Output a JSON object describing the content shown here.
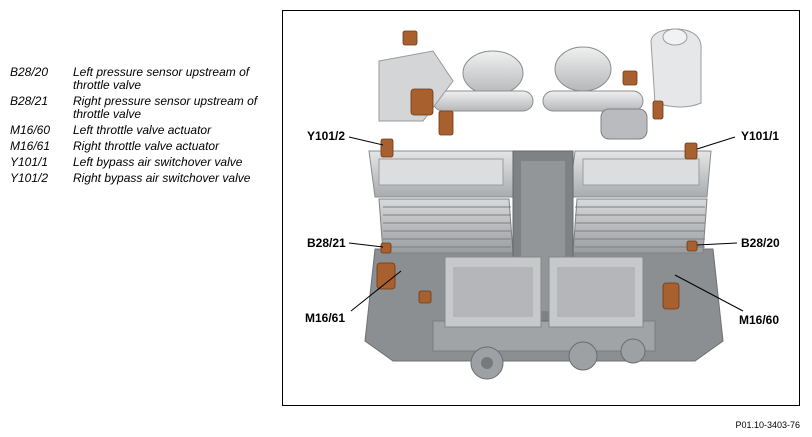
{
  "legend": [
    {
      "code": "B28/20",
      "description": "Left pressure sensor upstream of throttle valve"
    },
    {
      "code": "B28/21",
      "description": "Right pressure sensor upstream of throttle valve"
    },
    {
      "code": "M16/60",
      "description": "Left throttle valve actuator"
    },
    {
      "code": "M16/61",
      "description": "Right throttle valve actuator"
    },
    {
      "code": "Y101/1",
      "description": "Left bypass air switchover valve"
    },
    {
      "code": "Y101/2",
      "description": "Right bypass air switchover valve"
    }
  ],
  "callouts": {
    "y101_2": "Y101/2",
    "y101_1": "Y101/1",
    "b28_21": "B28/21",
    "b28_20": "B28/20",
    "m16_61": "M16/61",
    "m16_60": "M16/60"
  },
  "figure_ref": "P01.10-3403-76",
  "colors": {
    "component_highlight": "#a8602e",
    "engine_body": "#c9cbcd",
    "engine_shadow": "#8c8f92"
  }
}
